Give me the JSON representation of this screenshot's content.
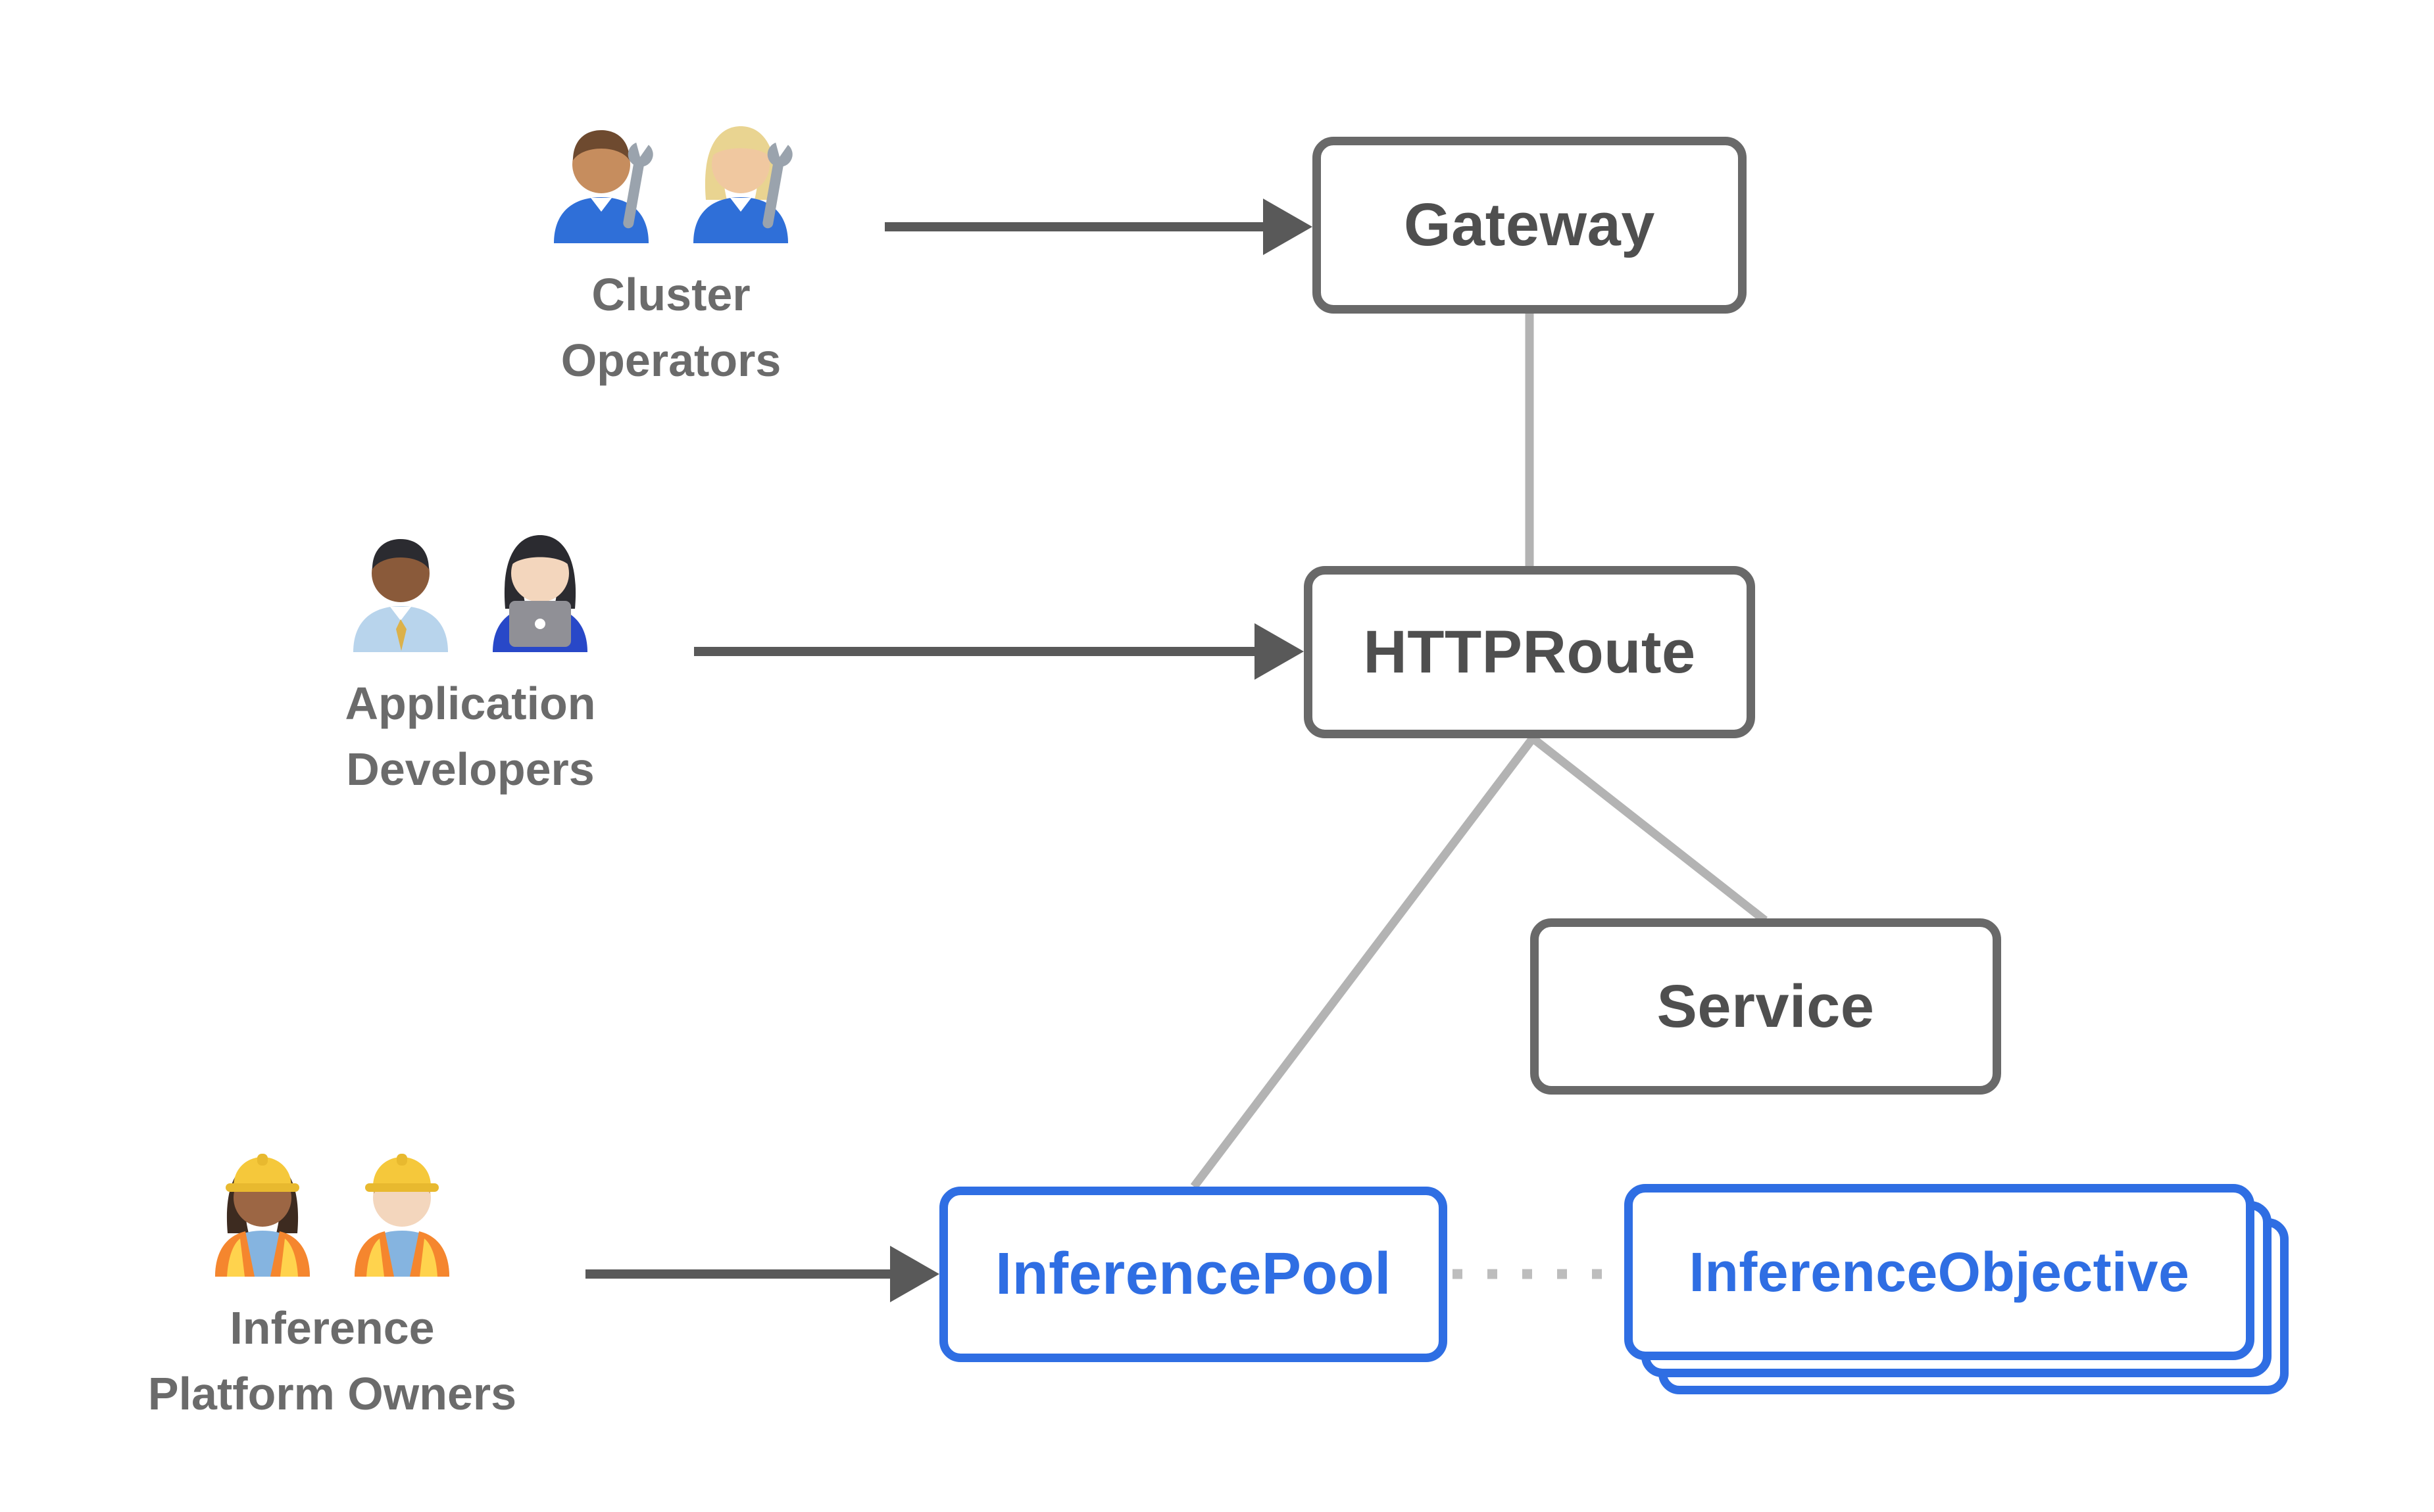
{
  "canvas": {
    "background": "#ffffff",
    "description": "Kubernetes Gateway API Inference Extension resource-model diagram"
  },
  "colors": {
    "canvas_bg": "#ffffff",
    "box_gray_border": "#696969",
    "box_gray_text": "#4f4f4f",
    "blue": "#2f6ee3",
    "label_gray": "#6b6b6b",
    "arrow_dark": "#595959",
    "connector_light": "#b3b3b3",
    "dotted_gray": "#bdbdbd"
  },
  "nodes": [
    {
      "id": "gateway",
      "label": "Gateway",
      "style": "gray"
    },
    {
      "id": "httproute",
      "label": "HTTPRoute",
      "style": "gray"
    },
    {
      "id": "service",
      "label": "Service",
      "style": "gray"
    },
    {
      "id": "inferencepool",
      "label": "InferencePool",
      "style": "blue"
    },
    {
      "id": "inferenceobjective",
      "label": "InferenceObjective",
      "style": "blue-stacked-cards"
    }
  ],
  "personas": [
    {
      "id": "cluster-operators",
      "label_lines": [
        "Cluster",
        "Operators"
      ],
      "icons": [
        {
          "type": "mechanic-man",
          "emoji": "👨🏽‍🔧"
        },
        {
          "type": "mechanic-woman",
          "emoji": "👩🏼‍🔧"
        }
      ]
    },
    {
      "id": "application-developers",
      "label_lines": [
        "Application",
        "Developers"
      ],
      "icons": [
        {
          "type": "office-man",
          "emoji": "👨🏾‍💼"
        },
        {
          "type": "technologist-woman",
          "emoji": "👩🏻‍💻"
        }
      ]
    },
    {
      "id": "inference-platform-owners",
      "label_lines": [
        "Inference",
        "Platform Owners"
      ],
      "icons": [
        {
          "type": "construction-woman",
          "emoji": "👷🏾‍♀️"
        },
        {
          "type": "construction-man",
          "emoji": "👷🏻‍♂️"
        }
      ]
    }
  ],
  "edges": [
    {
      "from": "cluster-operators",
      "to": "gateway",
      "kind": "solid-arrow"
    },
    {
      "from": "application-developers",
      "to": "httproute",
      "kind": "solid-arrow"
    },
    {
      "from": "inference-platform-owners",
      "to": "inferencepool",
      "kind": "solid-arrow"
    },
    {
      "from": "gateway",
      "to": "httproute",
      "kind": "plain-line"
    },
    {
      "from": "httproute",
      "to": "inferencepool",
      "kind": "plain-line"
    },
    {
      "from": "httproute",
      "to": "service",
      "kind": "plain-line"
    },
    {
      "from": "inferencepool",
      "to": "inferenceobjective",
      "kind": "dotted-line"
    }
  ]
}
